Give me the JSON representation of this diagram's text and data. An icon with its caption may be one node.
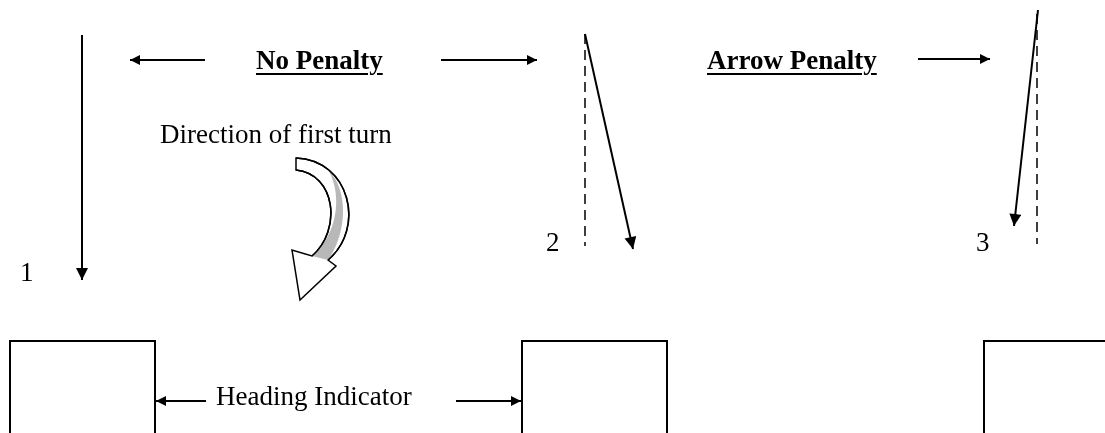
{
  "diagram": {
    "nodes": [
      {
        "text": [],
        "shape": "box"
      },
      {
        "text": [
          "Heading Indicator"
        ]
      },
      {
        "text": [],
        "shape": "box"
      },
      {
        "text": [],
        "shape": "box"
      }
    ],
    "edges": [
      {
        "from": 1,
        "to": 0,
        "arrow": "to"
      },
      {
        "from": 1,
        "to": 2,
        "arrow": "to"
      }
    ],
    "labels": [
      "No Penalty",
      "Arrow Penalty",
      "Direction of first turn",
      "1",
      "2",
      "3"
    ]
  }
}
